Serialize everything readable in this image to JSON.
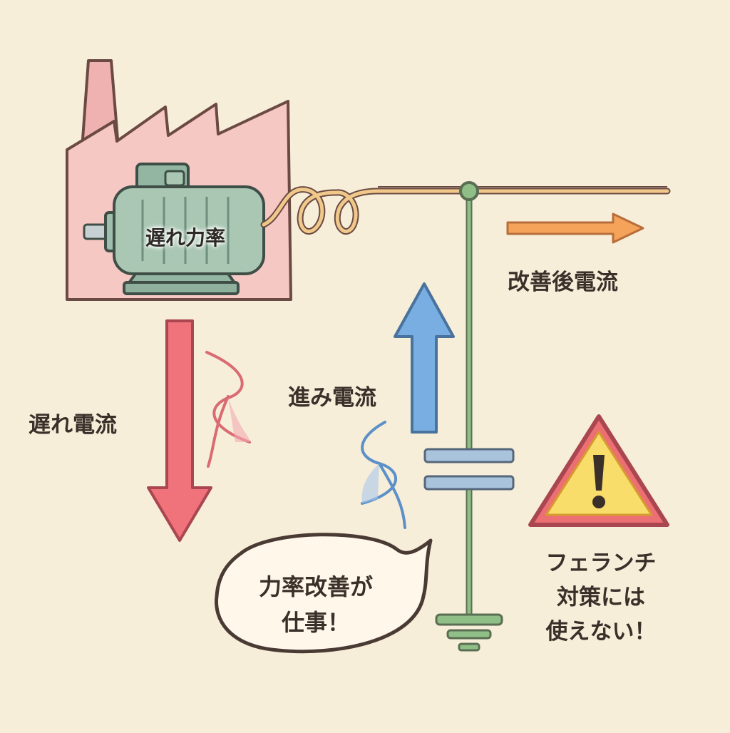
{
  "labels": {
    "motor": "遅れ力率",
    "improved_current": "改善後電流",
    "lagging_current": "遅れ電流",
    "leading_current": "進み電流",
    "bubble_line1": "力率改善が",
    "bubble_line2": "仕事！",
    "warning_line1": "フェランチ",
    "warning_line2": "対策には",
    "warning_line3": "使えない！"
  },
  "icons": {
    "factory": "factory-icon",
    "motor": "motor-icon",
    "coil": "coil-icon",
    "capacitor": "capacitor-icon",
    "ground": "ground-icon",
    "warning": "warning-triangle-icon"
  },
  "colors": {
    "background": "#f7eed9",
    "factory_fill": "#f6c8c4",
    "motor_fill": "#a9c7b2",
    "line": "#f0c98a",
    "branch": "#8fbf86",
    "lagging_arrow": "#f0727a",
    "leading_arrow": "#79aee2",
    "improved_arrow": "#f5a35a",
    "warning_fill": "#f8dd6a",
    "warning_border": "#ec6f73",
    "capacitor_plate": "#a9c3dd"
  }
}
